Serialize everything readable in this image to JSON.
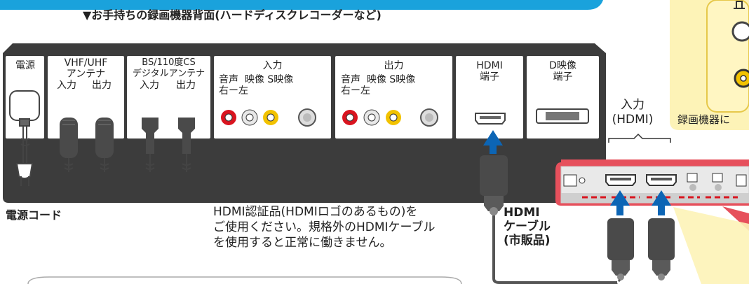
{
  "header_text": "▼お手持ちの録画機器背面(ハードディスクレコーダーなど)",
  "recorder": {
    "sections": [
      {
        "title": "電源"
      },
      {
        "title": "VHF/UHF\nアンテナ",
        "sub": [
          "入力",
          "出力"
        ]
      },
      {
        "title": "BS/110度CS\nデジタルアンテナ",
        "sub": [
          "入力",
          "出力"
        ]
      },
      {
        "title": "入力",
        "sub_line1": "音声  映像 S映像",
        "sub_line2": "右ー左"
      },
      {
        "title": "出力",
        "sub_line1": "音声  映像 S映像",
        "sub_line2": "右ー左"
      },
      {
        "title": "HDMI\n端子"
      },
      {
        "title": "D映像\n端子"
      }
    ]
  },
  "power_cord_label": "電源コード",
  "hdmi_note": "HDMI認証品(HDMIロゴのあるもの)を\nご使用ください。規格外のHDMIケーブル\nを使用すると正常に働きません。",
  "cable_label": "HDMI\nケーブル\n(市販品)",
  "tv_input_label": "入力\n(HDMI)",
  "side_note": "録画機器に",
  "colors": {
    "blue": "#1aa2dc",
    "dark": "#3c3c3c",
    "red": "#d9141f",
    "yellow": "#f2c200",
    "arrow": "#0c65b5",
    "panel_pink": "#e6505c",
    "beige": "#fdf3b7"
  }
}
